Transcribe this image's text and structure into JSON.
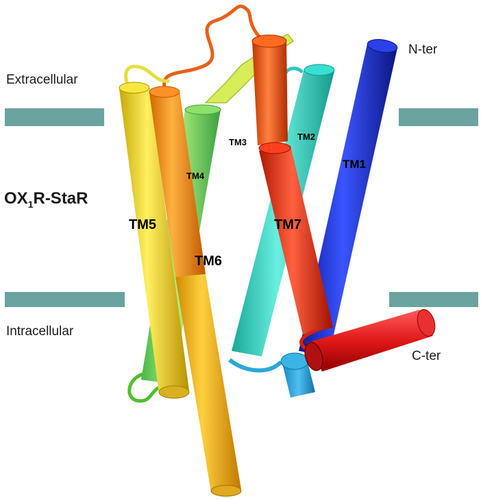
{
  "regions": {
    "extracellular": "Extracellular",
    "intracellular": "Intracellular"
  },
  "termini": {
    "n": "N-ter",
    "c": "C-ter"
  },
  "title": {
    "prefix": "OX",
    "subscript": "1",
    "suffix": "R-StaR"
  },
  "helices": {
    "tm1": "TM1",
    "tm2": "TM2",
    "tm3": "TM3",
    "tm4": "TM4",
    "tm5": "TM5",
    "tm6": "TM6",
    "tm7": "TM7"
  },
  "colors": {
    "membrane": "#6aa3a0",
    "tm1": "#1a2fd6",
    "tm2": "#2fd8c0",
    "tm3": "#ff5a1a",
    "tm4": "#7ee05a",
    "tm5": "#f2dc2a",
    "tm6": "#ff8c12",
    "tm7": "#f03018",
    "h8": "#e02020",
    "loop_ic": "#2aa8d8"
  }
}
